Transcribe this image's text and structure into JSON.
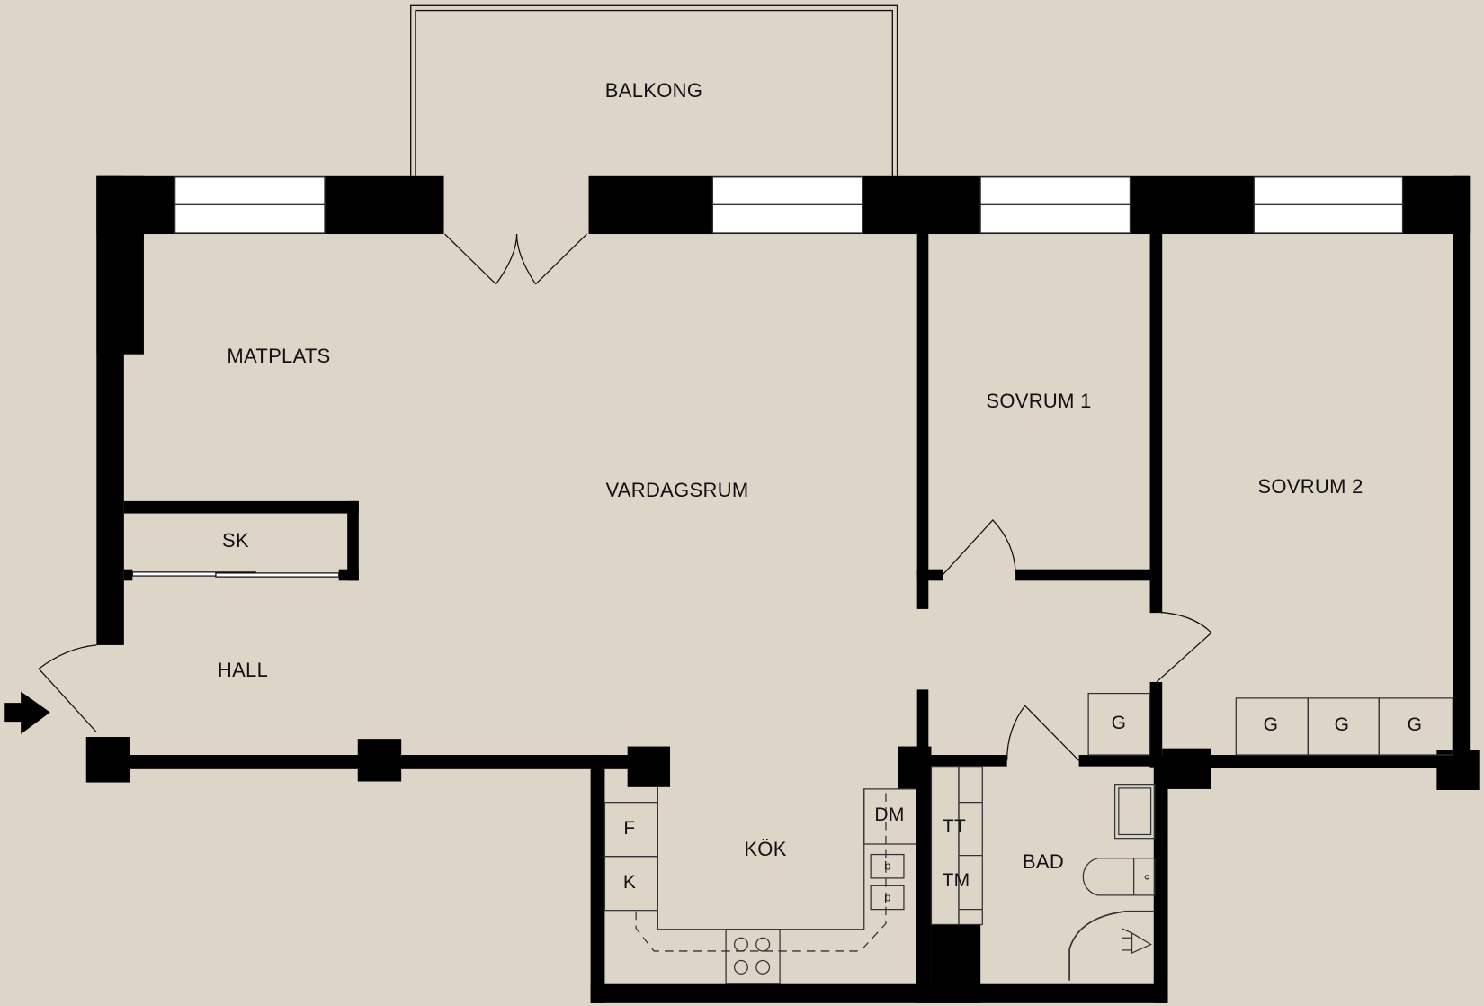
{
  "plan": {
    "background": "#ded5c9",
    "wall_color": "#000000",
    "window_color": "#ffffff"
  },
  "rooms": {
    "balkong": "BALKONG",
    "matplats": "MATPLATS",
    "vardagsrum": "VARDAGSRUM",
    "sovrum1": "SOVRUM 1",
    "sovrum2": "SOVRUM 2",
    "sk": "SK",
    "hall": "HALL",
    "kok": "KÖK",
    "bad": "BAD"
  },
  "fixtures": {
    "g1": "G",
    "g2": "G",
    "g3": "G",
    "g4": "G",
    "fridge": "F",
    "freezer": "K",
    "dishwasher": "DM",
    "tumble_dryer": "TT",
    "washing_machine": "TM",
    "sink1": "b",
    "sink2": "p"
  }
}
